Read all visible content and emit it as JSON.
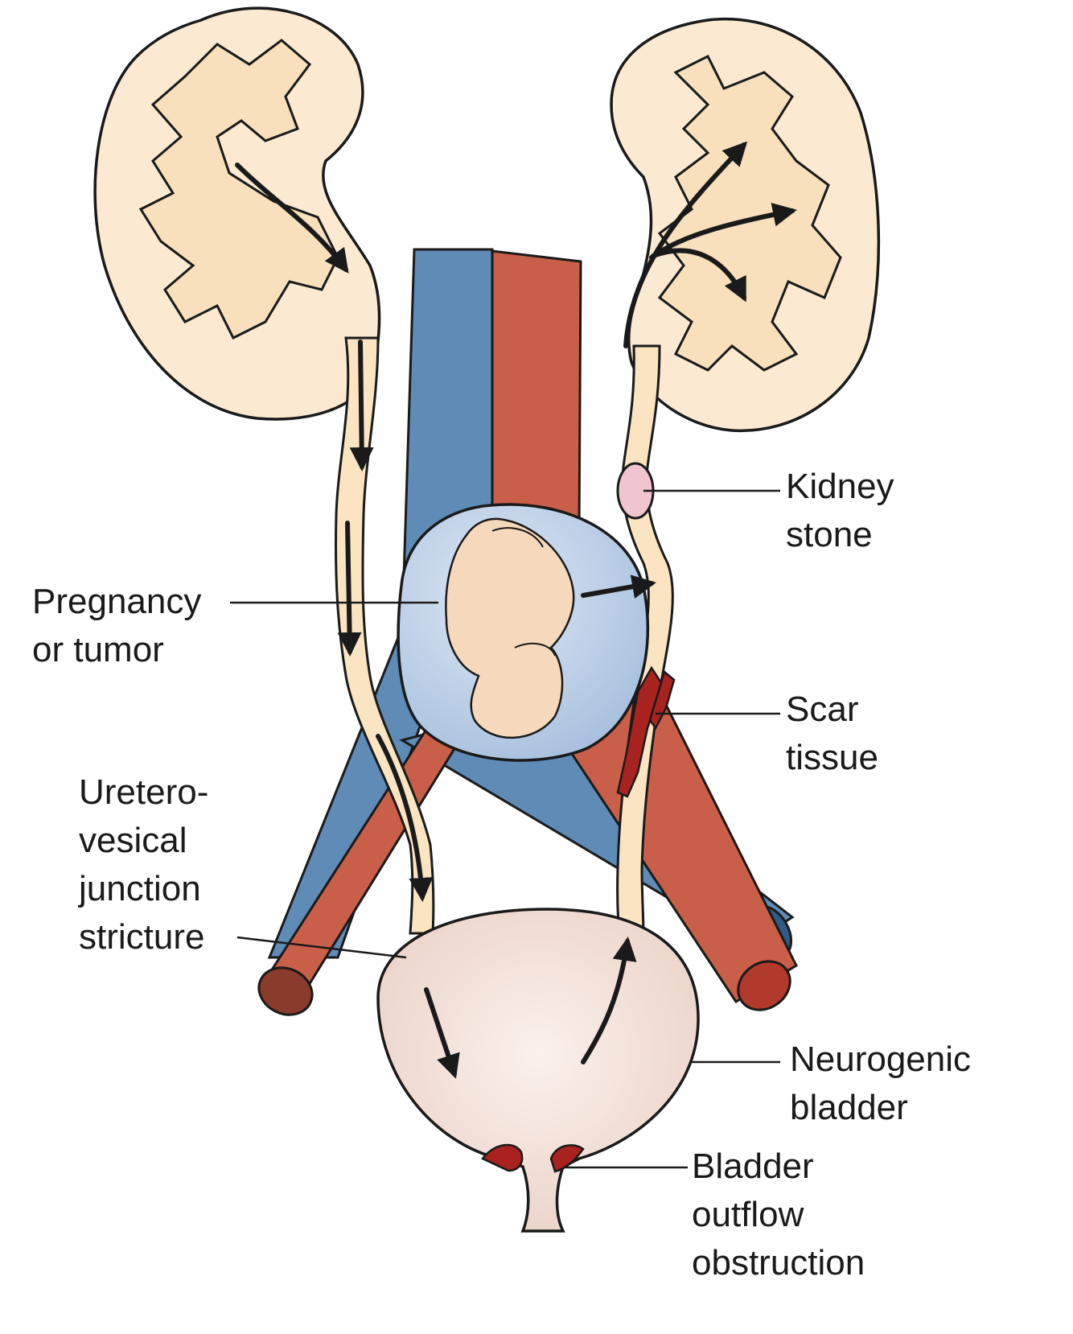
{
  "labels": {
    "kidney_stone": [
      "Kidney",
      "stone"
    ],
    "pregnancy": [
      "Pregnancy",
      "or tumor"
    ],
    "scar": [
      "Scar",
      "tissue"
    ],
    "uvj": [
      "Uretero-",
      "vesical",
      "junction",
      "stricture"
    ],
    "neurogenic": [
      "Neurogenic",
      "bladder"
    ],
    "outflow": [
      "Bladder",
      "outflow",
      "obstruction"
    ]
  },
  "colors": {
    "kidney_fill": "#fbe9d2",
    "kidney_pelvis": "#f8e0bd",
    "outline": "#1a1a1a",
    "vein": "#5f8bb7",
    "artery": "#c95f49",
    "bladder": "#f3e2da",
    "fetus_sac": "#b8cde6",
    "stone": "#f1c5cf",
    "scar": "#a8231f"
  }
}
